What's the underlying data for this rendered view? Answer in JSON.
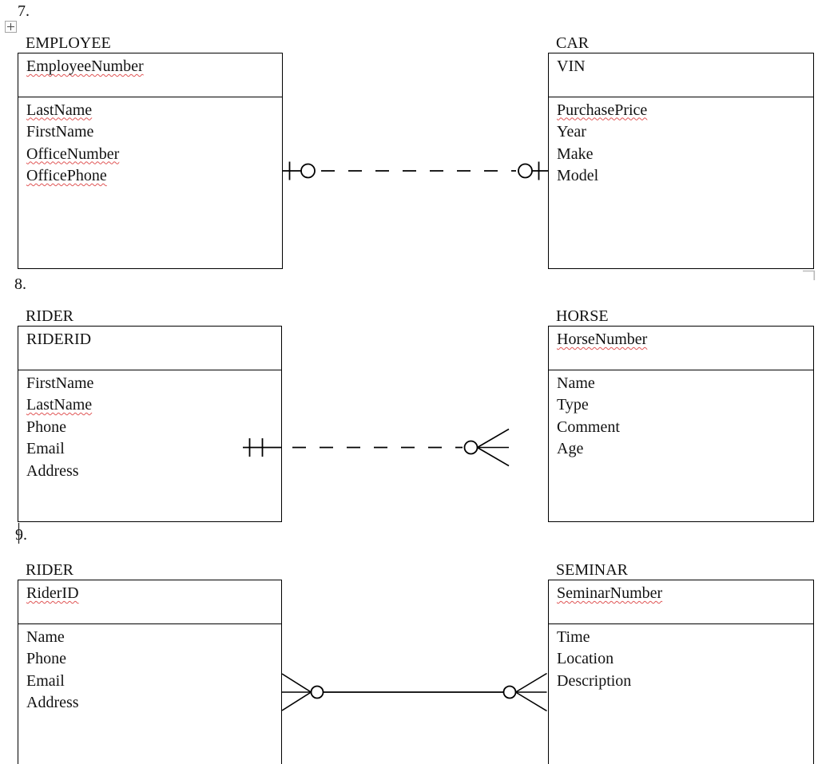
{
  "page": {
    "type": "word-document-er-diagrams",
    "ink_color": "#000000",
    "background_color": "#ffffff",
    "squiggle_color": "#e05555",
    "handle_gray": "#a6a6a6"
  },
  "canvas_controls": {
    "move_handle_icon": "four-way-move-cross",
    "resize_corner": "gray-corner-bracket"
  },
  "diagrams": [
    {
      "number": "7.",
      "left": {
        "title": "EMPLOYEE",
        "pk": {
          "text": "EmployeeNumber",
          "misspelled": true
        },
        "attributes": [
          {
            "text": "LastName",
            "misspelled": true
          },
          {
            "text": "FirstName",
            "misspelled": false
          },
          {
            "text": "OfficeNumber",
            "misspelled": true
          },
          {
            "text": "OfficePhone",
            "misspelled": true
          }
        ]
      },
      "right": {
        "title": "CAR",
        "pk": {
          "text": "VIN",
          "misspelled": false
        },
        "attributes": [
          {
            "text": "PurchasePrice",
            "misspelled": true
          },
          {
            "text": "Year",
            "misspelled": false
          },
          {
            "text": "Make",
            "misspelled": false
          },
          {
            "text": "Model",
            "misspelled": false
          }
        ]
      },
      "relationship": {
        "line_style": "dashed",
        "left_end": "one-optional (bar + circle)",
        "right_end": "optional-one (circle + bar)"
      }
    },
    {
      "number": "8.",
      "left": {
        "title": "RIDER",
        "pk": {
          "text": "RIDERID",
          "misspelled": false
        },
        "attributes": [
          {
            "text": "FirstName",
            "misspelled": false
          },
          {
            "text": "LastName",
            "misspelled": true
          },
          {
            "text": "Phone",
            "misspelled": false
          },
          {
            "text": "Email",
            "misspelled": false
          },
          {
            "text": "Address",
            "misspelled": false
          }
        ]
      },
      "right": {
        "title": "HORSE",
        "pk": {
          "text": "HorseNumber",
          "misspelled": true
        },
        "attributes": [
          {
            "text": "Name",
            "misspelled": false
          },
          {
            "text": "Type",
            "misspelled": false
          },
          {
            "text": "Comment",
            "misspelled": false
          },
          {
            "text": "Age",
            "misspelled": false
          }
        ]
      },
      "relationship": {
        "line_style": "dashed",
        "left_end": "mandatory-one (double bar)",
        "right_end": "optional-many (circle + crow-foot)"
      }
    },
    {
      "number": "9.",
      "left": {
        "title": "RIDER",
        "pk": {
          "text": "RiderID",
          "misspelled": true
        },
        "attributes": [
          {
            "text": "Name",
            "misspelled": false
          },
          {
            "text": "Phone",
            "misspelled": false
          },
          {
            "text": "Email",
            "misspelled": false
          },
          {
            "text": "Address",
            "misspelled": false
          }
        ]
      },
      "right": {
        "title": "SEMINAR",
        "pk": {
          "text": "SeminarNumber",
          "misspelled": true
        },
        "attributes": [
          {
            "text": "Time",
            "misspelled": false
          },
          {
            "text": "Location",
            "misspelled": false
          },
          {
            "text": "Description",
            "misspelled": false
          }
        ]
      },
      "relationship": {
        "line_style": "solid",
        "left_end": "optional-many (crow-foot + circle)",
        "right_end": "optional-many (circle + crow-foot)"
      }
    }
  ]
}
